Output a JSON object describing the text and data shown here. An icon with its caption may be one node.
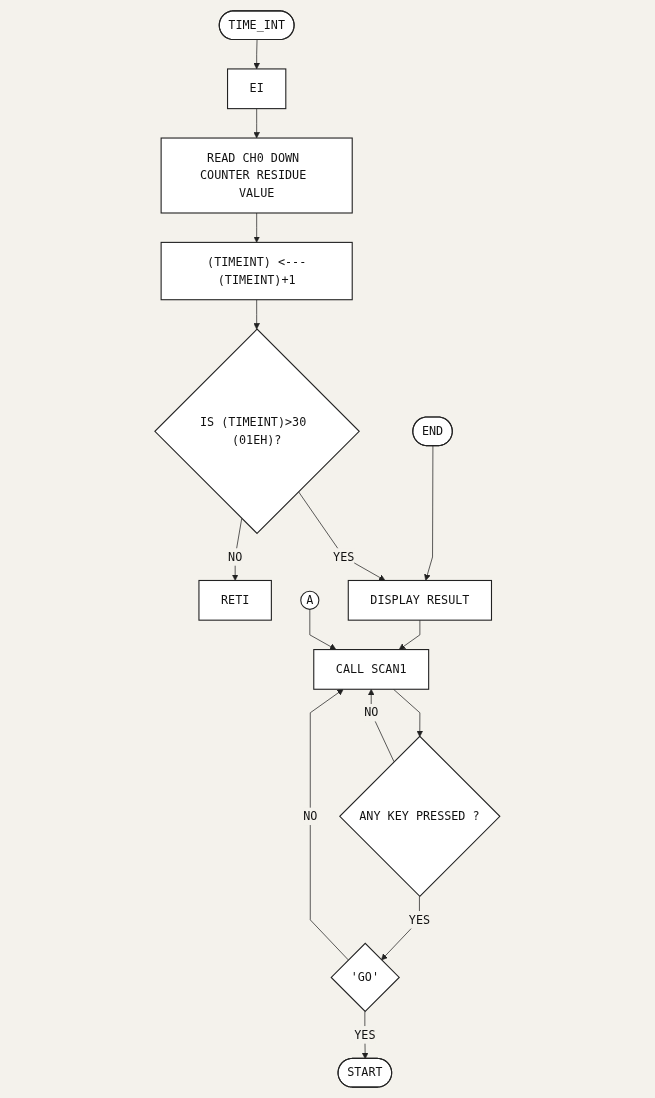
{
  "diagram": {
    "nodes": [
      {
        "text": [
          "TIME_INT"
        ]
      },
      {
        "text": [
          "EI"
        ]
      },
      {
        "text": [
          "READ CH0 DOWN COUNTER RESIDUE VALUE"
        ]
      },
      {
        "text": [
          "(TIMEINT) <---(TIMEINT)+1"
        ]
      },
      {
        "text": [
          "IS (TIMEINT)>30 (01EH)?"
        ]
      },
      {
        "text": [
          "RETI"
        ]
      },
      {
        "text": [
          "END"
        ]
      },
      {
        "text": [
          "DISPLAY RESULT"
        ]
      },
      {
        "text": [
          "A"
        ]
      },
      {
        "text": [
          "CALL SCAN1"
        ]
      },
      {
        "text": [
          "ANY KEY PRESSED ?"
        ]
      },
      {
        "text": [
          "'GO'"
        ]
      },
      {
        "text": [
          "START"
        ]
      }
    ],
    "edges": [
      {
        "from": 0,
        "to": 1,
        "arrow": "to"
      },
      {
        "from": 1,
        "to": 2,
        "arrow": "to"
      },
      {
        "from": 2,
        "to": 3,
        "arrow": "to"
      },
      {
        "from": 3,
        "to": 4,
        "arrow": "to"
      },
      {
        "from": 4,
        "to": 5,
        "label": "NO",
        "arrow": "to"
      },
      {
        "from": 6,
        "to": 7,
        "arrow": "to"
      },
      {
        "from": 4,
        "to": 7,
        "label": "YES",
        "arrow": "to"
      },
      {
        "from": 7,
        "to": 9,
        "arrow": "to"
      },
      {
        "from": 8,
        "to": 9,
        "arrow": "to"
      },
      {
        "from": 9,
        "to": 10,
        "arrow": "to"
      },
      {
        "from": 10,
        "to": 11,
        "label": "YES",
        "arrow": "to"
      },
      {
        "from": 10,
        "to": 9,
        "label": "NO",
        "arrow": "to"
      },
      {
        "from": 11,
        "to": 12,
        "label": "YES",
        "arrow": "to"
      },
      {
        "from": 11,
        "to": 9,
        "label": "NO",
        "arrow": "to"
      }
    ]
  }
}
